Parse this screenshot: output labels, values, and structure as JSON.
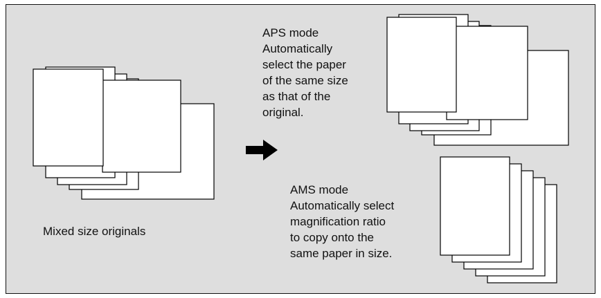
{
  "figure": {
    "originals_caption": "Mixed size originals",
    "aps": {
      "lines": [
        "APS mode",
        "Automatically",
        "select the paper",
        "of the same size",
        "as that of the",
        "original."
      ]
    },
    "ams": {
      "lines": [
        "AMS mode",
        "Automatically select",
        "magnification ratio",
        "to copy onto the",
        "same paper in size."
      ]
    }
  },
  "colors": {
    "panel_background": "#dedede",
    "sheet_fill": "#ffffff",
    "outline": "#000000"
  },
  "icons": {
    "direction_arrow": "right-arrow-icon"
  }
}
